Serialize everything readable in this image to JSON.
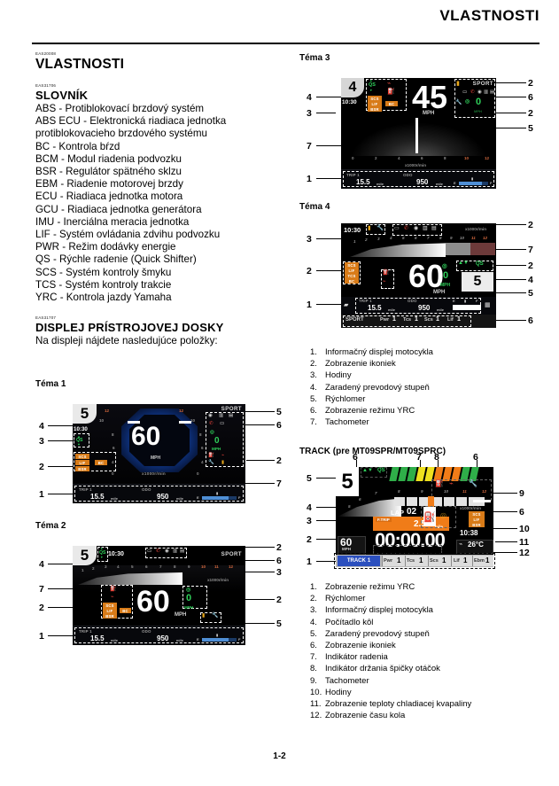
{
  "header": {
    "title": "VLASTNOSTI"
  },
  "footer": {
    "page_number": "1-2"
  },
  "left": {
    "section1": {
      "eas": "EAS20008",
      "title": "VLASTNOSTI"
    },
    "glossary": {
      "eas": "EAS31706",
      "title": "SLOVNÍK",
      "entries": [
        "ABS - Protiblokovací brzdový systém",
        "ABS ECU - Elektronická riadiaca jednotka",
        "protiblokovacieho brzdového systému",
        "BC - Kontrola bŕzd",
        "BCM - Modul riadenia podvozku",
        "BSR - Regulátor spätného sklzu",
        "EBM - Riadenie motorovej brzdy",
        "ECU - Riadiaca jednotka motora",
        "GCU - Riadiaca jednotka generátora",
        "IMU - Inerciálna meracia jednotka",
        "LIF - Systém ovládania zdvihu podvozku",
        "PWR - Režim dodávky energie",
        "QS - Rýchle radenie (Quick Shifter)",
        "SCS - Systém kontroly šmyku",
        "TCS - Systém kontroly trakcie",
        "YRC - Kontrola jazdy Yamaha"
      ]
    },
    "display_section": {
      "eas": "EAS31707",
      "title": "DISPLEJ PRÍSTROJOVEJ DOSKY",
      "intro": "Na displeji nájdete nasledujúce položky:"
    },
    "tema1": {
      "label": "Téma 1"
    },
    "tema2": {
      "label": "Téma 2"
    }
  },
  "right": {
    "tema3": {
      "label": "Téma 3"
    },
    "tema4": {
      "label": "Téma 4"
    },
    "legend_main": [
      {
        "n": "1.",
        "text": "Informačný displej motocykla"
      },
      {
        "n": "2.",
        "text": "Zobrazenie ikoniek"
      },
      {
        "n": "3.",
        "text": "Hodiny"
      },
      {
        "n": "4.",
        "text": "Zaradený prevodový stupeň"
      },
      {
        "n": "5.",
        "text": "Rýchlomer"
      },
      {
        "n": "6.",
        "text": "Zobrazenie režimu YRC"
      },
      {
        "n": "7.",
        "text": "Tachometer"
      }
    ],
    "track_heading": "TRACK (pre MT09SPR/MT09SPRC)",
    "legend_track": [
      {
        "n": "1.",
        "text": "Zobrazenie režimu YRC"
      },
      {
        "n": "2.",
        "text": "Rýchlomer"
      },
      {
        "n": "3.",
        "text": "Informačný displej motocykla"
      },
      {
        "n": "4.",
        "text": "Počítadlo kôl"
      },
      {
        "n": "5.",
        "text": "Zaradený prevodový stupeň"
      },
      {
        "n": "6.",
        "text": "Zobrazenie ikoniek"
      },
      {
        "n": "7.",
        "text": "Indikátor radenia"
      },
      {
        "n": "8.",
        "text": "Indikátor držania špičky otáčok"
      },
      {
        "n": "9.",
        "text": "Tachometer"
      },
      {
        "n": "10.",
        "text": "Hodiny"
      },
      {
        "n": "11.",
        "text": "Zobrazenie teploty chladiacej kvapaliny"
      },
      {
        "n": "12.",
        "text": "Zobrazenie času kola"
      }
    ]
  },
  "displays": {
    "tema1": {
      "gear": "5",
      "clock": "10:30",
      "speed": "60",
      "speed_unit": "MPH",
      "mode": "SPORT",
      "warn_icons": [
        "SCS",
        "LIF",
        "BC"
      ],
      "cruise_value": "0",
      "cruise_unit": "MPH",
      "trip_label": "TRIP 1",
      "trip_value": "15.5",
      "trip_unit": "mile",
      "odo_label": "ODO",
      "odo_value": "950",
      "odo_unit": "mile",
      "fuel_empty": "E",
      "fuel_full": "F",
      "tach_ticks": [
        "0",
        "2",
        "4",
        "6",
        "8",
        "10",
        "12"
      ],
      "tach_unit": "x1000r/min",
      "callouts": [
        "1",
        "2",
        "3",
        "4",
        "5",
        "6",
        "7"
      ]
    },
    "tema2": {
      "gear": "5",
      "clock": "10:30",
      "speed": "60",
      "speed_unit": "MPH",
      "mode": "SPORT",
      "warn_icons": [
        "SCS",
        "LIF",
        "BC"
      ],
      "cruise_value": "0",
      "cruise_unit": "MPH",
      "trip_label": "TRIP 1",
      "trip_value": "15.5",
      "trip_unit": "mile",
      "odo_label": "ODO",
      "odo_value": "950",
      "odo_unit": "mile",
      "fuel_empty": "E",
      "fuel_full": "F",
      "tach_ticks": [
        "1",
        "2",
        "3",
        "4",
        "5",
        "6",
        "7",
        "8",
        "9",
        "10",
        "11",
        "12"
      ],
      "tach_unit": "x1000r/min",
      "callouts": [
        "1",
        "2",
        "3",
        "4",
        "5",
        "6",
        "7"
      ]
    },
    "tema3": {
      "gear": "4",
      "clock": "10:30",
      "speed": "45",
      "speed_unit": "MPH",
      "mode": "SPORT",
      "warn_icons": [
        "SCS",
        "LIF",
        "BC",
        "BSR"
      ],
      "cruise_value": "0",
      "cruise_unit": "MPH",
      "trip_label": "TRIP 1",
      "trip_value": "15.5",
      "trip_unit": "mile",
      "odo_label": "ODO",
      "odo_value": "950",
      "odo_unit": "mile",
      "fuel_empty": "E",
      "fuel_full": "F",
      "tach_ticks": [
        "0",
        "2",
        "4",
        "6",
        "8",
        "10",
        "12"
      ],
      "tach_unit": "x1000r/min",
      "callouts": [
        "1",
        "2",
        "3",
        "4",
        "5",
        "6",
        "7"
      ]
    },
    "tema4": {
      "gear": "5",
      "clock": "10:30",
      "speed": "60",
      "speed_unit": "MPH",
      "mode": "SPORT",
      "warn_icons": [
        "SCS",
        "LIF",
        "TCS",
        "BC"
      ],
      "cruise_value": "0",
      "cruise_unit": "MPH",
      "qs_label": "QS",
      "trip_label": "TRIP 1",
      "trip_value": "15.5",
      "trip_unit": "mile",
      "odo_label": "ODO",
      "odo_value": "950",
      "odo_unit": "mile",
      "fuel_empty": "E",
      "fuel_full": "F",
      "tach_ticks": [
        "1",
        "2",
        "3",
        "4",
        "5",
        "6",
        "7",
        "8",
        "9",
        "10",
        "11",
        "12"
      ],
      "tach_unit": "x1000r/min",
      "yrc_bar": [
        {
          "label": "SPORT",
          "value": ""
        },
        {
          "label": "Pwr",
          "value": "1"
        },
        {
          "label": "Tcs",
          "value": "1"
        },
        {
          "label": "Scs",
          "value": "1"
        },
        {
          "label": "Lif",
          "value": "1"
        }
      ],
      "callouts": [
        "1",
        "2",
        "3",
        "4",
        "5",
        "6",
        "7"
      ]
    },
    "track": {
      "gear": "5",
      "qs_label": "QS",
      "lap_label": "LAP",
      "lap_number": "02",
      "trip_label": "F.TRIP",
      "trip_value": "2.5",
      "trip_unit": "mile",
      "lap_time": "00:00.00",
      "speed": "60",
      "speed_unit": "MPH",
      "clock": "10:38",
      "temp": "26°C",
      "warn_icons": [
        "SCS",
        "LIF",
        "BSR"
      ],
      "tach_ticks": [
        "5",
        "6",
        "7",
        "8",
        "9",
        "10",
        "11",
        "12"
      ],
      "tach_unit": "x1000r/min",
      "mode_bar": [
        {
          "label": "TRACK",
          "value": "1",
          "active": true
        },
        {
          "label": "Pwr",
          "value": "1",
          "active": false
        },
        {
          "label": "Tcs",
          "value": "1",
          "active": false
        },
        {
          "label": "Scs",
          "value": "1",
          "active": false
        },
        {
          "label": "Lif",
          "value": "1",
          "active": false
        },
        {
          "label": "Ebm",
          "value": "1",
          "active": false
        }
      ],
      "callouts": [
        "1",
        "2",
        "3",
        "4",
        "5",
        "6",
        "7",
        "8",
        "9",
        "10",
        "11",
        "12"
      ],
      "colors": {
        "accent_blue": "#2b4fbe",
        "shift_green": "#2fae49",
        "shift_yellow": "#efe01e",
        "shift_orange": "#f07c18"
      }
    }
  }
}
